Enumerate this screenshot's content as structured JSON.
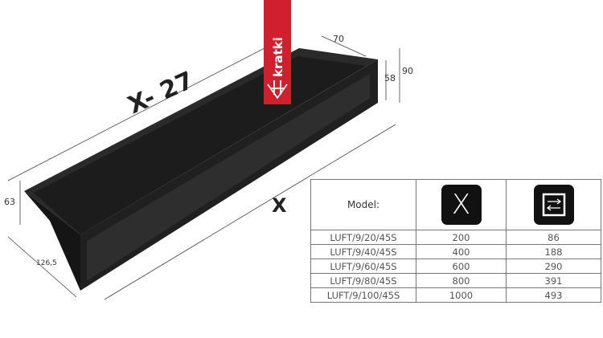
{
  "logo": {
    "text": "kratki",
    "color": "#d0202e"
  },
  "dimensions": {
    "length_label": "X- 27",
    "front_label": "X",
    "height_left": "63",
    "depth": "126,5",
    "top_width": "70",
    "inner_height": "58",
    "outer_height": "90"
  },
  "table": {
    "header": {
      "model": "Model:",
      "col_x_icon": "X",
      "col_area_icon": "area-arrows-icon"
    },
    "rows": [
      {
        "model": "LUFT/9/20/45S",
        "x": "200",
        "area": "86"
      },
      {
        "model": "LUFT/9/40/45S",
        "x": "400",
        "area": "188"
      },
      {
        "model": "LUFT/9/60/45S",
        "x": "600",
        "area": "290"
      },
      {
        "model": "LUFT/9/80/45S",
        "x": "800",
        "area": "391"
      },
      {
        "model": "LUFT/9/100/45S",
        "x": "1000",
        "area": "493"
      }
    ]
  }
}
